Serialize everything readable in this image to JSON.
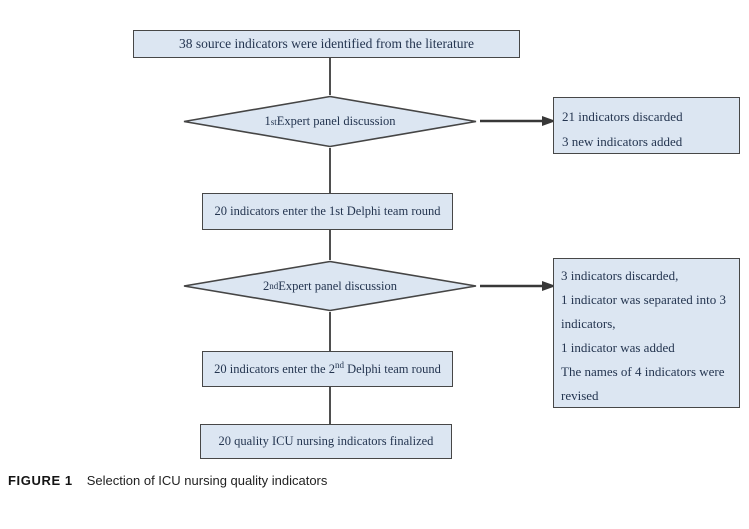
{
  "figure": {
    "caption_label": "FIGURE 1",
    "caption_text": "Selection of ICU nursing quality indicators"
  },
  "colors": {
    "node_fill": "#dce6f2",
    "node_border": "#474747",
    "connector": "#4f4f4f",
    "text": "#243550",
    "background": "#ffffff"
  },
  "flow": {
    "top_box": "38 source indicators were identified from the literature",
    "diamond1": {
      "pre": "1",
      "sup": "st",
      "post": " Expert panel discussion"
    },
    "side_box1_lines": {
      "0": "21 indicators discarded",
      "1": "3 new indicators added"
    },
    "mid_box1": "20 indicators enter the 1st Delphi team round",
    "diamond2": {
      "pre": "2",
      "sup": "nd",
      "post": " Expert panel discussion"
    },
    "side_box2_lines": {
      "0": "3 indicators discarded,",
      "1": "1 indicator was separated into 3",
      "2": "indicators,",
      "3": "1 indicator was added",
      "4": "The names of 4 indicators were",
      "5": "revised"
    },
    "mid_box2": {
      "pre": "20 indicators enter the 2",
      "sup": "nd",
      "post": " Delphi team round"
    },
    "final_box": "20 quality ICU nursing indicators finalized"
  }
}
